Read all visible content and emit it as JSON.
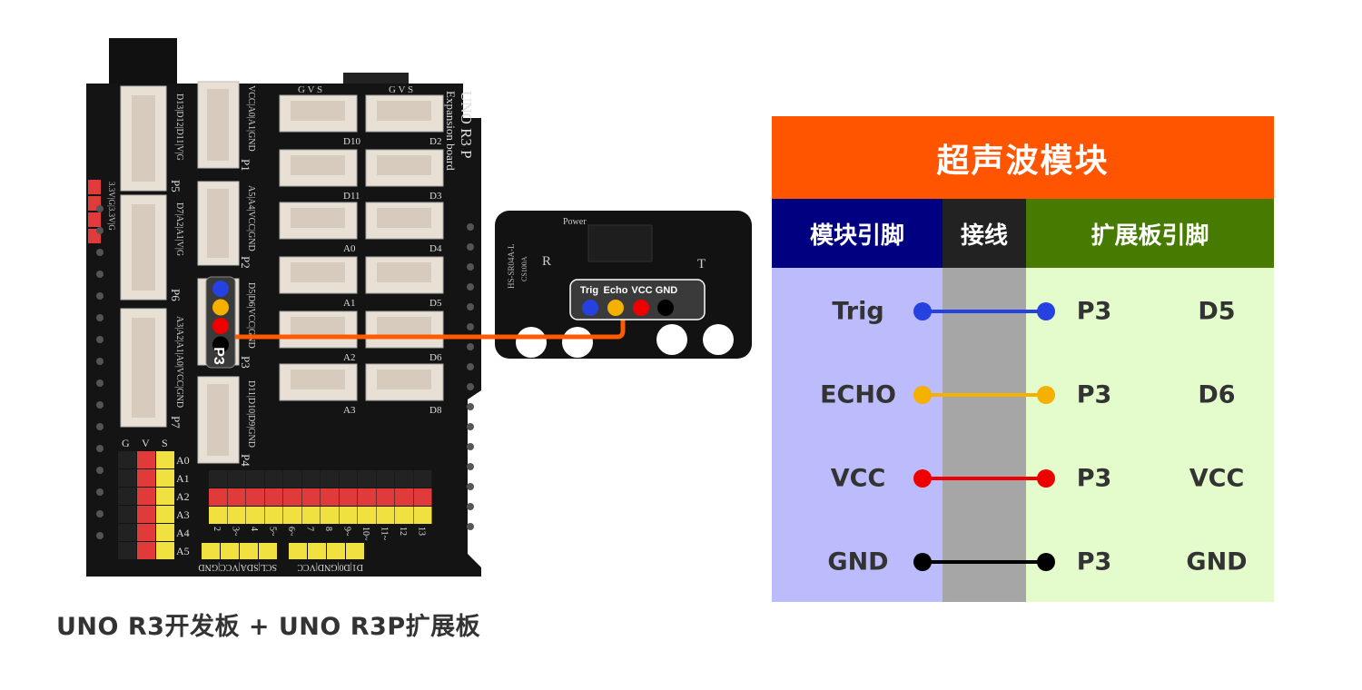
{
  "board": {
    "title": "UNO R3 P",
    "subtitle": "Expansion board",
    "ports_left": [
      "P5",
      "P6",
      "P7"
    ],
    "ports_mid": [
      "P1",
      "P2",
      "P3",
      "P4"
    ],
    "port_pin_labels": [
      "D13|D12|D11|V|G",
      "D7|A2|A1|V|G",
      "A3|A2|A1|A0|VCC|GND",
      "VCC|A0|A1|GND",
      "A5|A4|VCC|GND",
      "D5|D6|VCC|GND",
      "D11|D10|D9|GND"
    ],
    "gvs_label": "G V S",
    "grove_labels": [
      "D10",
      "D2",
      "D11",
      "D3",
      "A0",
      "D4",
      "A1",
      "D5",
      "A2",
      "D6",
      "A3",
      "D8"
    ],
    "power_label": "3.3V|G|3.3V|G",
    "analog_rows": [
      "A0",
      "A1",
      "A2",
      "A3",
      "A4",
      "A5"
    ],
    "header_cols": [
      "G",
      "V",
      "S"
    ],
    "digital_pins": [
      "2",
      "3~",
      "4",
      "5~",
      "6~",
      "7",
      "8",
      "9~",
      "10~",
      "11~",
      "12",
      "13"
    ],
    "i2c_label": "SCL|SDA|VCC|GND",
    "uart_label": "D1|D0|GND|VCC",
    "p3_badge": "P3",
    "p3_dot_colors": [
      "#2541e0",
      "#f5b000",
      "#ee0000",
      "#000000"
    ]
  },
  "sensor": {
    "model": "HS-SR04A-L",
    "chip": "CS100A",
    "power_label": "Power",
    "r_label": "R",
    "t_label": "T",
    "pins": [
      "Trig",
      "Echo",
      "VCC",
      "GND"
    ]
  },
  "wire_color": "#ff5a00",
  "caption": "UNO R3开发板 + UNO R3P扩展板",
  "table": {
    "title": "超声波模块",
    "headers": [
      "模块引脚",
      "接线",
      "扩展板引脚"
    ],
    "colors": {
      "title": "#ff5500",
      "head_module": "#000080",
      "head_wire": "#222222",
      "head_board": "#467a00",
      "body_module": "#bcbcfc",
      "body_wire": "#a6a6a6",
      "body_board": "#e4fccc"
    },
    "rows": [
      {
        "module_pin": "Trig",
        "port": "P3",
        "board_pin": "D5",
        "color": "#2541e0"
      },
      {
        "module_pin": "ECHO",
        "port": "P3",
        "board_pin": "D6",
        "color": "#f5b000"
      },
      {
        "module_pin": "VCC",
        "port": "P3",
        "board_pin": "VCC",
        "color": "#ee0000"
      },
      {
        "module_pin": "GND",
        "port": "P3",
        "board_pin": "GND",
        "color": "#000000"
      }
    ]
  }
}
